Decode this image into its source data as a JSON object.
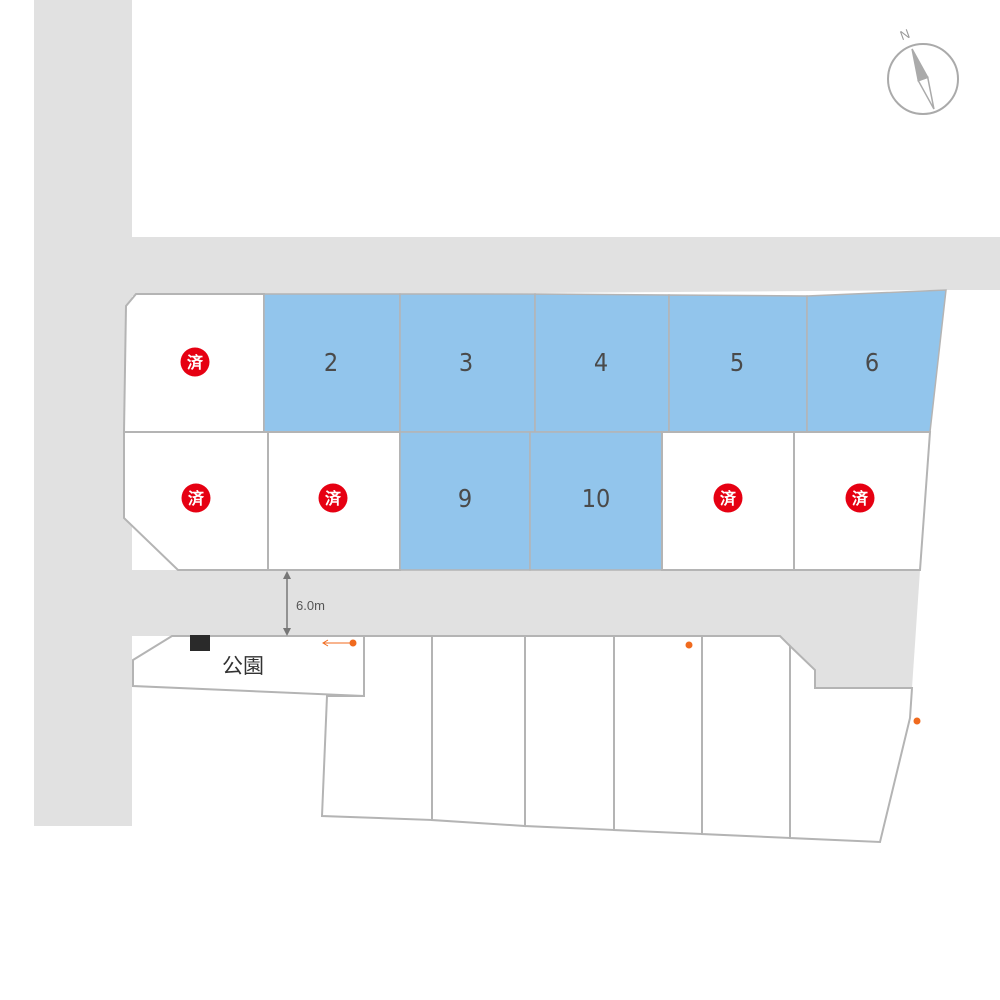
{
  "colors": {
    "road": "#e1e1e1",
    "available": "#92c5ec",
    "lot_border": "#b4b4b4",
    "sold_badge": "#e60012",
    "marker": "#f06a1e",
    "park_icon": "#2a2a2a",
    "compass": "#aaaaaa"
  },
  "compass": {
    "label": "N"
  },
  "lots": {
    "top_row": [
      {
        "id": "1",
        "label": "済",
        "status": "sold"
      },
      {
        "id": "2",
        "label": "2",
        "status": "available"
      },
      {
        "id": "3",
        "label": "3",
        "status": "available"
      },
      {
        "id": "4",
        "label": "4",
        "status": "available"
      },
      {
        "id": "5",
        "label": "5",
        "status": "available"
      },
      {
        "id": "6",
        "label": "6",
        "status": "available"
      }
    ],
    "middle_row": [
      {
        "id": "7",
        "label": "済",
        "status": "sold"
      },
      {
        "id": "8",
        "label": "済",
        "status": "sold"
      },
      {
        "id": "9",
        "label": "9",
        "status": "available"
      },
      {
        "id": "10",
        "label": "10",
        "status": "available"
      },
      {
        "id": "11",
        "label": "済",
        "status": "sold"
      },
      {
        "id": "12",
        "label": "済",
        "status": "sold"
      }
    ]
  },
  "road": {
    "width_label": "6.0m"
  },
  "park": {
    "label": "公園"
  }
}
